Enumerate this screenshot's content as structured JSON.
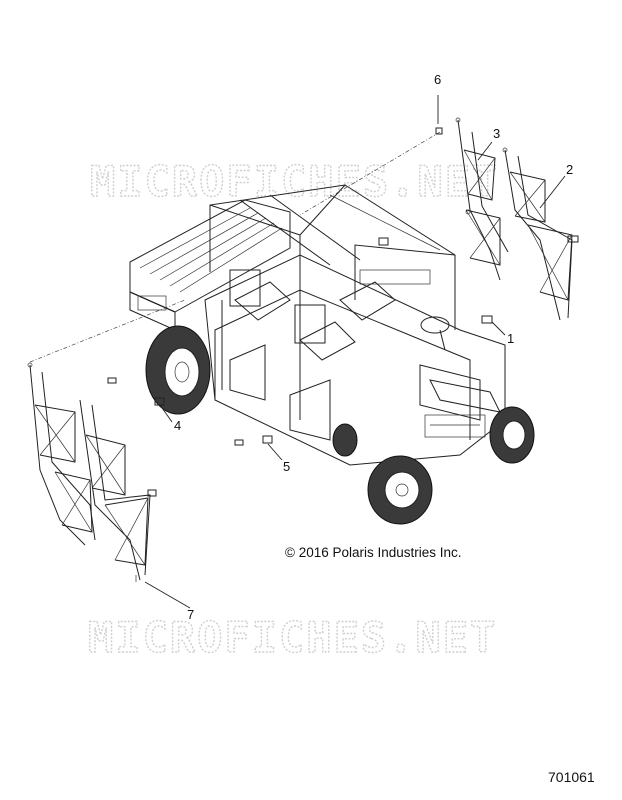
{
  "watermark": {
    "text": "MICROFICHES.NET"
  },
  "callouts": [
    {
      "number": "1"
    },
    {
      "number": "2"
    },
    {
      "number": "3"
    },
    {
      "number": "4"
    },
    {
      "number": "5"
    },
    {
      "number": "6"
    },
    {
      "number": "7"
    }
  ],
  "copyright": "© 2016 Polaris Industries Inc.",
  "figure_number": "701061",
  "icons": [
    "utv-vehicle-illustration",
    "net-panel-right",
    "net-panel-left",
    "clip-fastener"
  ]
}
